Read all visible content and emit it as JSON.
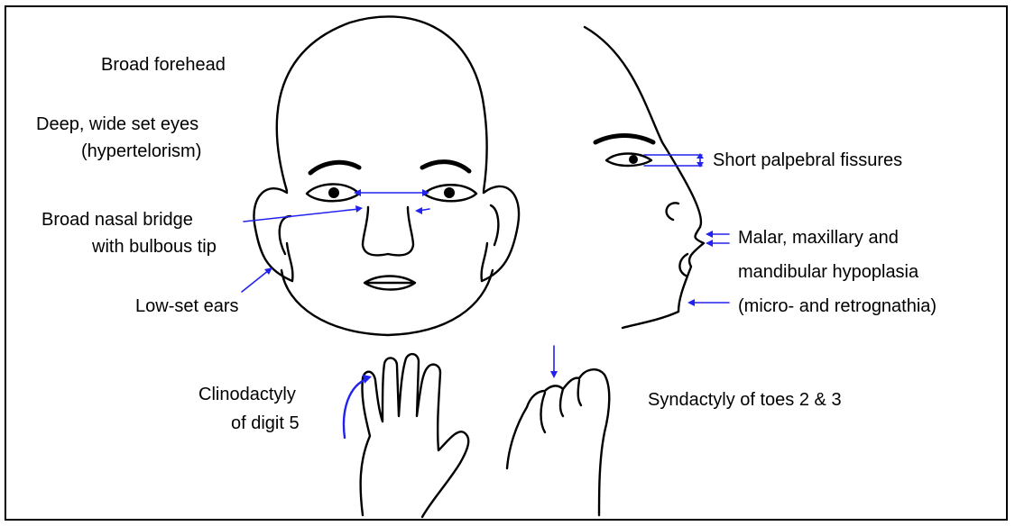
{
  "labels": {
    "broad_forehead": "Broad forehead",
    "deep_eyes_line1": "Deep, wide set eyes",
    "deep_eyes_line2": "(hypertelorism)",
    "nasal_line1": "Broad nasal bridge",
    "nasal_line2": "with bulbous tip",
    "low_set_ears": "Low-set ears",
    "short_palpebral": "Short palpebral fissures",
    "malar_line1": "Malar, maxillary and",
    "malar_line2": "mandibular hypoplasia",
    "malar_line3": "(micro- and retrognathia)",
    "clino_line1": "Clinodactyly",
    "clino_line2": "of digit 5",
    "syndactyly": "Syndactyly of toes 2 & 3"
  },
  "colors": {
    "arrow": "#2222ee",
    "ink": "#000000",
    "background": "#ffffff"
  }
}
